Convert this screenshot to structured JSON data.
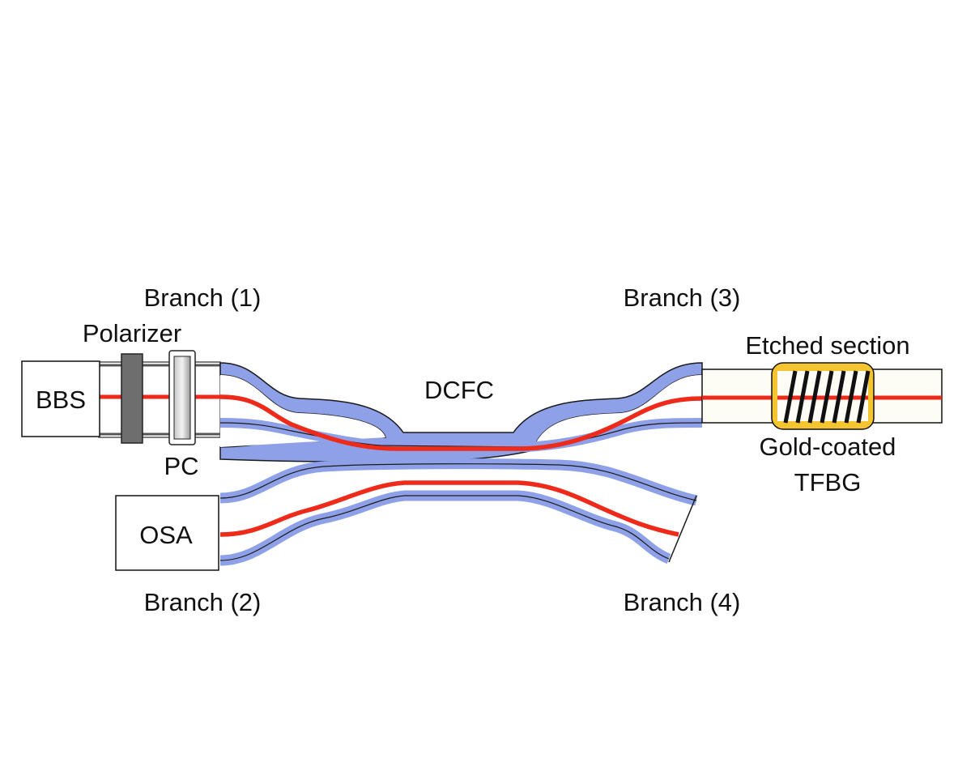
{
  "labels": {
    "branch1": "Branch (1)",
    "branch2": "Branch (2)",
    "branch3": "Branch (3)",
    "branch4": "Branch (4)",
    "polarizer": "Polarizer",
    "pc": "PC",
    "bbs": "BBS",
    "osa": "OSA",
    "dcfc": "DCFC",
    "etched_section": "Etched section",
    "gold_coated_line1": "Gold-coated",
    "gold_coated_line2": "TFBG"
  },
  "colors": {
    "core": "#ee2a1b",
    "cladding": "#8ea1e8",
    "gold": "#f4c531",
    "polarizer": "#6e6e6e",
    "pc": "#d9d9d9"
  }
}
